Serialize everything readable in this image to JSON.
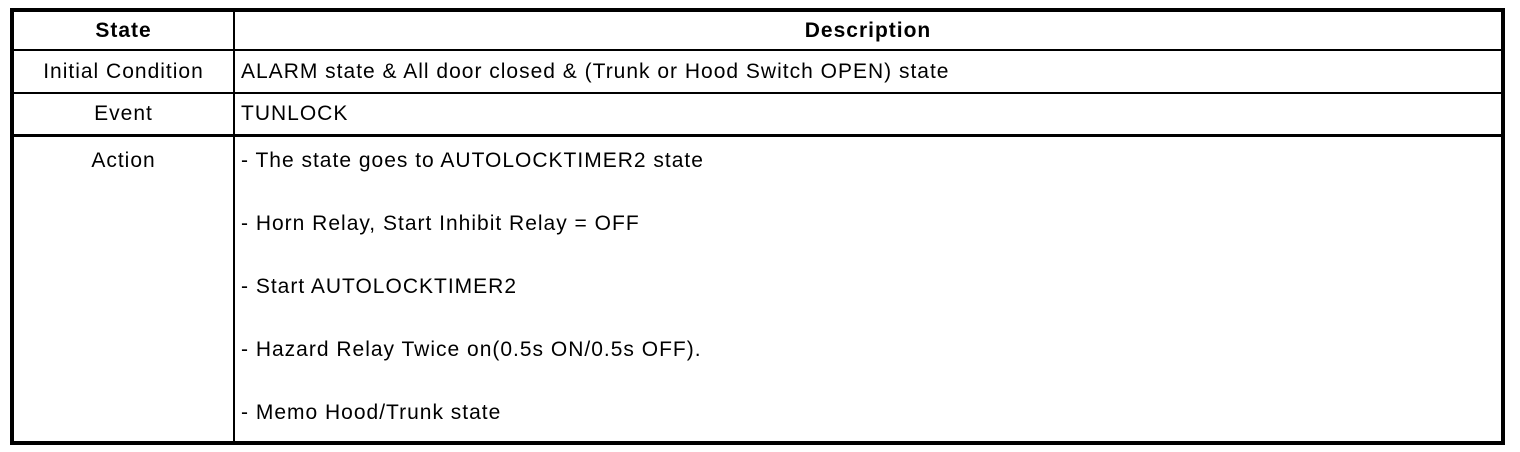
{
  "table": {
    "headers": {
      "state": "State",
      "description": "Description"
    },
    "rows": [
      {
        "state": "Initial Condition",
        "description": "ALARM state & All door closed & (Trunk or Hood Switch OPEN) state"
      },
      {
        "state": "Event",
        "description": "TUNLOCK"
      },
      {
        "state": "Action",
        "actions": [
          "- The state goes to AUTOLOCKTIMER2 state",
          "- Horn Relay, Start Inhibit Relay = OFF",
          "- Start AUTOLOCKTIMER2",
          "- Hazard Relay Twice on(0.5s ON/0.5s OFF).",
          "- Memo Hood/Trunk state"
        ]
      }
    ],
    "colors": {
      "border": "#000000",
      "background": "#ffffff",
      "text": "#000000"
    }
  }
}
